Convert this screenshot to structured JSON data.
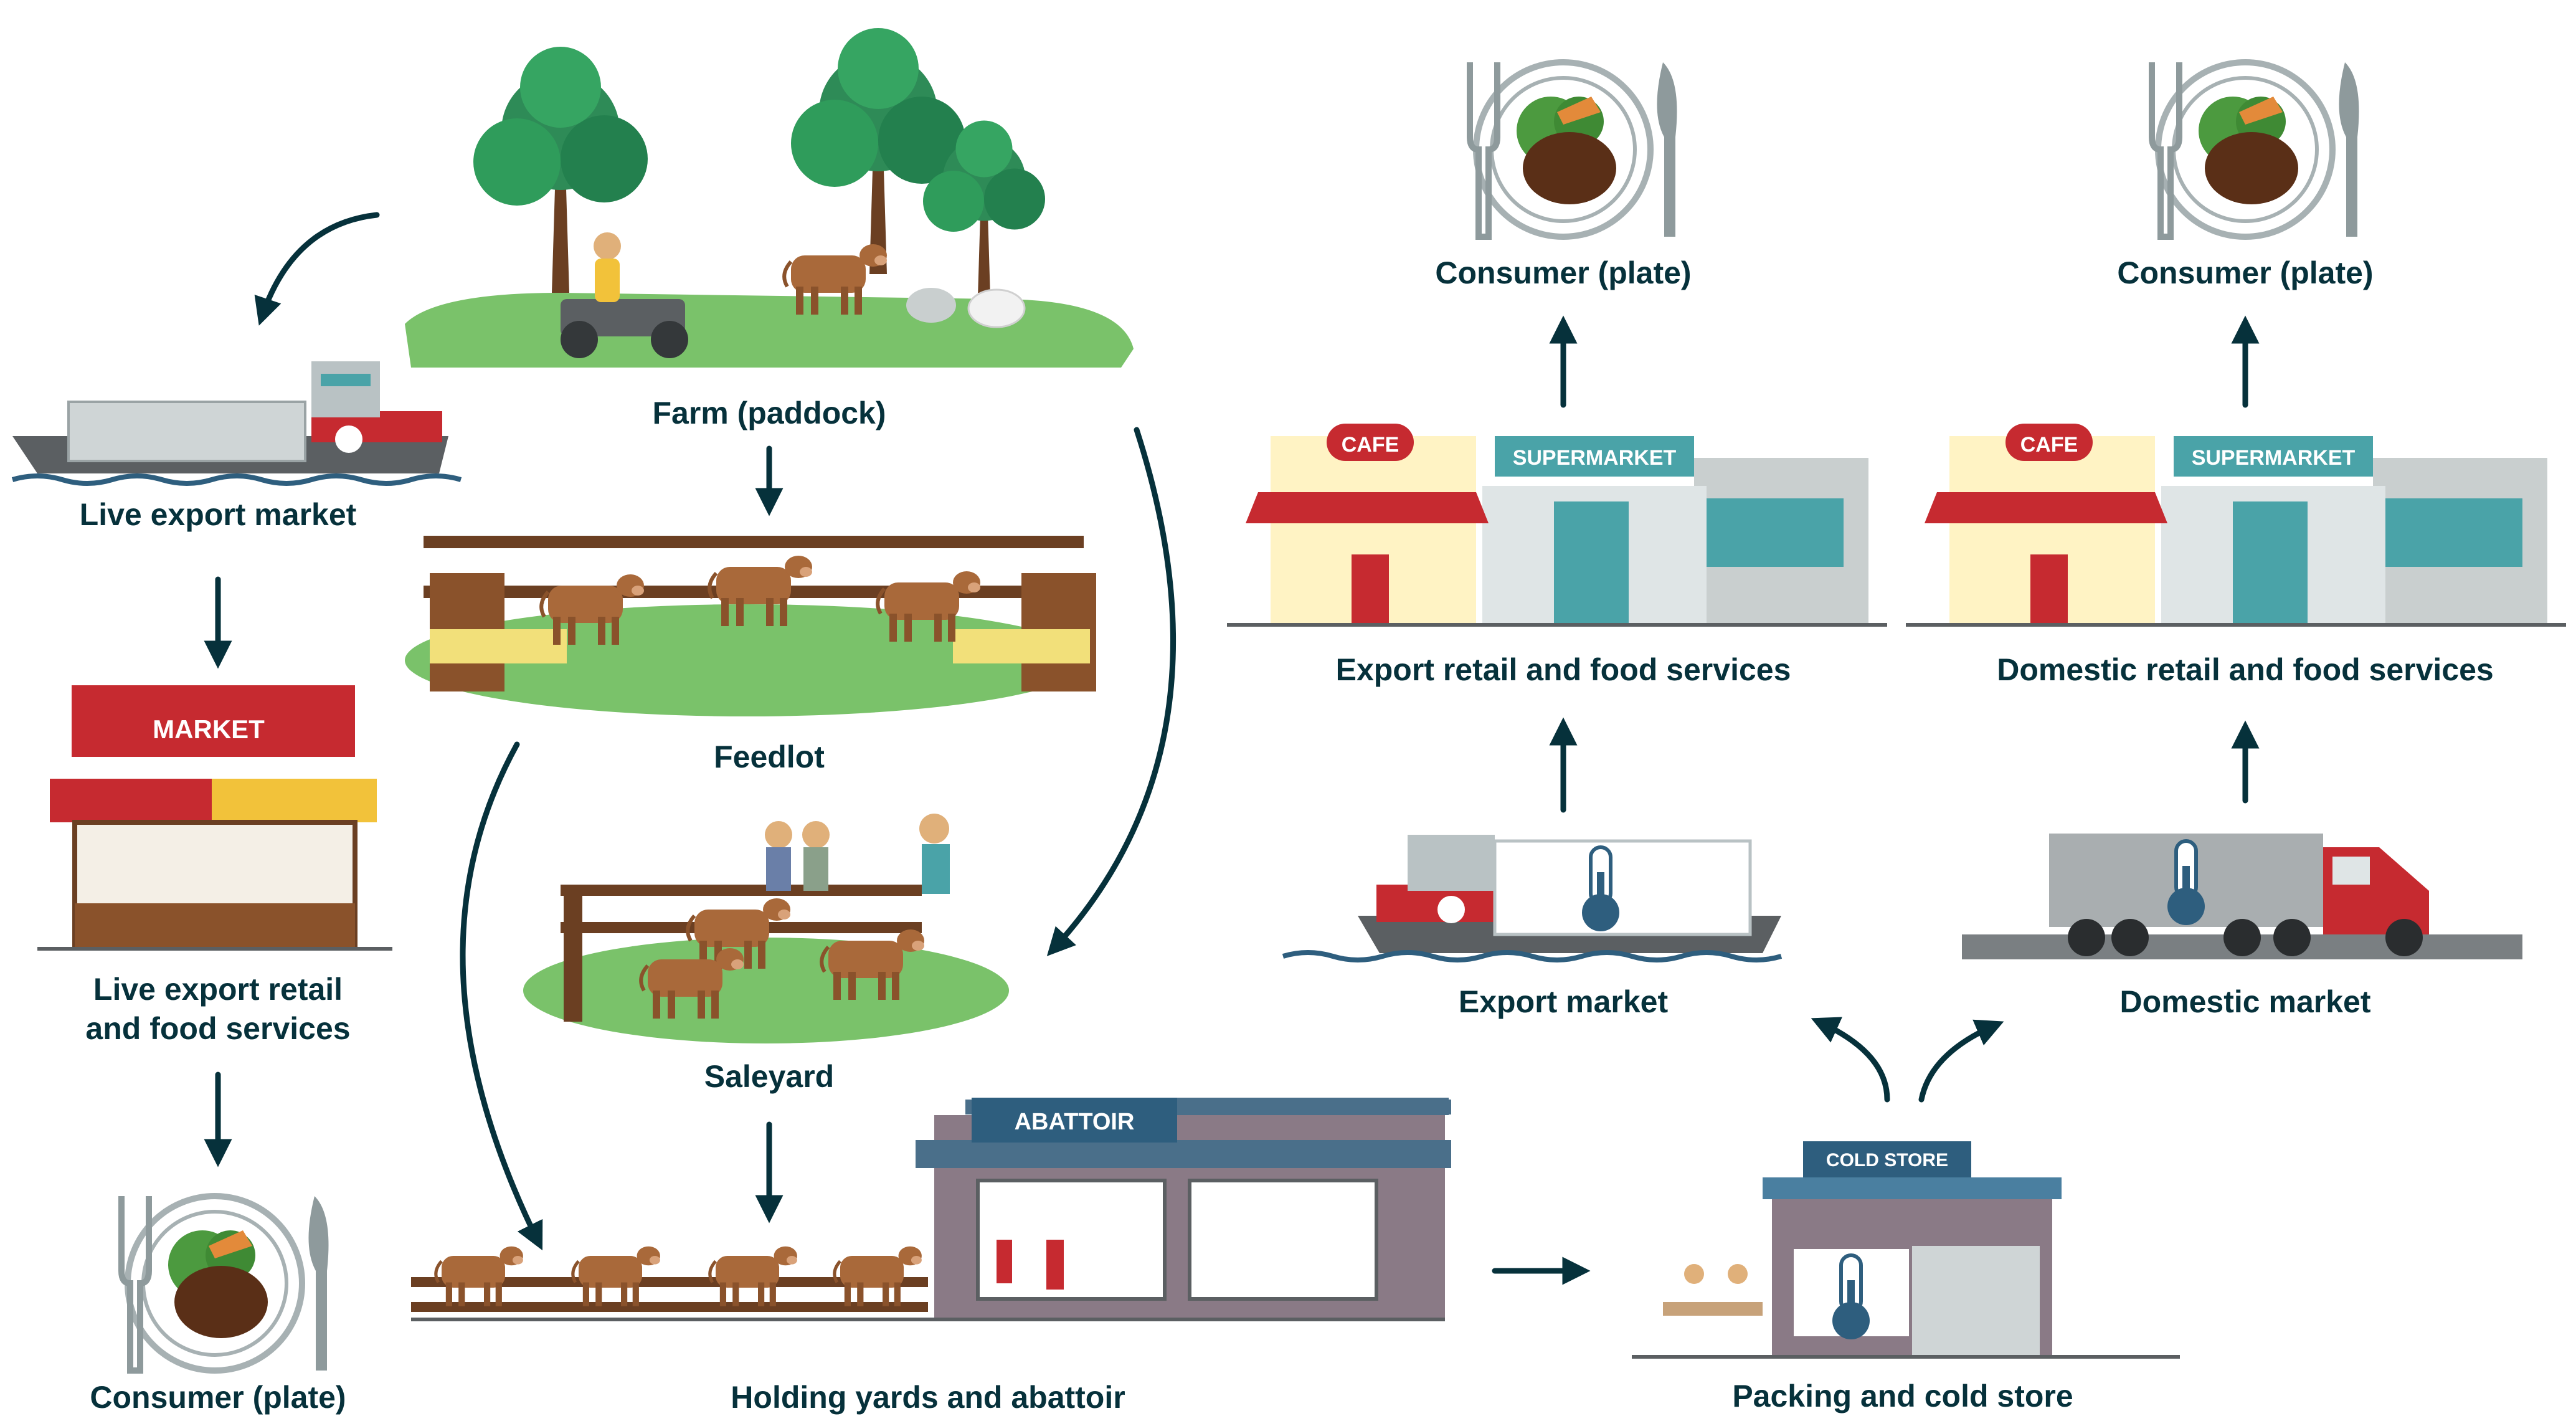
{
  "labels": {
    "farm": "Farm (paddock)",
    "feedlot": "Feedlot",
    "saleyard": "Saleyard",
    "holding": "Holding yards and abattoir",
    "packing": "Packing and cold store",
    "live_export": "Live export market",
    "live_retail_1": "Live export retail",
    "live_retail_2": "and food services",
    "consumer_left": "Consumer (plate)",
    "consumer_export": "Consumer (plate)",
    "consumer_domestic": "Consumer (plate)",
    "export_retail": "Export retail and food services",
    "domestic_retail": "Domestic retail and food services",
    "export_market": "Export market",
    "domestic_market": "Domestic market"
  },
  "signs": {
    "market": "MARKET",
    "abattoir": "ABATTOIR",
    "cold_store": "COLD STORE",
    "cafe_export": "CAFE",
    "supermarket_export": "SUPERMARKET",
    "cafe_domestic": "CAFE",
    "supermarket_domestic": "SUPERMARKET"
  },
  "icons": {
    "thermometer_unit": "°C"
  },
  "colors": {
    "text": "#06313b",
    "arrow": "#06313b",
    "grass": "#7ac26a",
    "cattle": "#a9693a",
    "teal": "#4aa3a8",
    "red": "#c62a30",
    "navy": "#2e5e7e"
  }
}
